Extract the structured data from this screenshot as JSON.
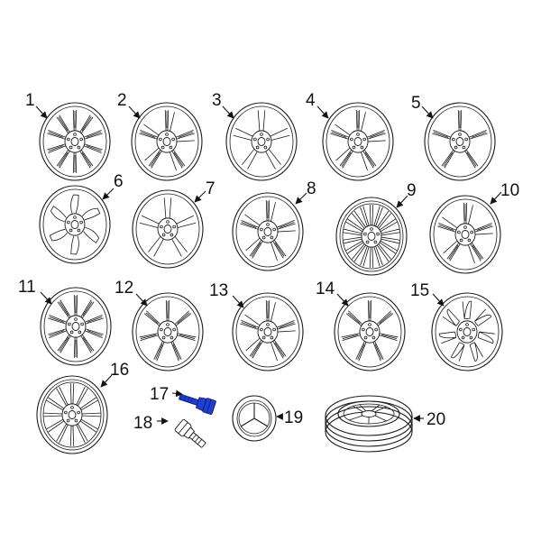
{
  "diagram": {
    "colors": {
      "line": "#1a1a1a",
      "highlight": "#1f3fd1",
      "background": "#ffffff"
    },
    "parts": [
      {
        "number": "1",
        "kind": "wheel",
        "spokes": 10,
        "style": "split"
      },
      {
        "number": "2",
        "kind": "wheel",
        "spokes": 5,
        "style": "double"
      },
      {
        "number": "3",
        "kind": "wheel",
        "spokes": 5,
        "style": "wide"
      },
      {
        "number": "4",
        "kind": "wheel",
        "spokes": 5,
        "style": "double"
      },
      {
        "number": "5",
        "kind": "wheel",
        "spokes": 5,
        "style": "split"
      },
      {
        "number": "6",
        "kind": "wheel",
        "spokes": 6,
        "style": "blade"
      },
      {
        "number": "7",
        "kind": "wheel",
        "spokes": 5,
        "style": "wide"
      },
      {
        "number": "8",
        "kind": "wheel",
        "spokes": 5,
        "style": "double"
      },
      {
        "number": "9",
        "kind": "wheel",
        "spokes": 18,
        "style": "multi"
      },
      {
        "number": "10",
        "kind": "wheel",
        "spokes": 5,
        "style": "double"
      },
      {
        "number": "11",
        "kind": "wheel",
        "spokes": 10,
        "style": "split"
      },
      {
        "number": "12",
        "kind": "wheel",
        "spokes": 7,
        "style": "split"
      },
      {
        "number": "13",
        "kind": "wheel",
        "spokes": 5,
        "style": "double"
      },
      {
        "number": "14",
        "kind": "wheel",
        "spokes": 7,
        "style": "split"
      },
      {
        "number": "15",
        "kind": "wheel",
        "spokes": 7,
        "style": "window"
      },
      {
        "number": "16",
        "kind": "wheel",
        "spokes": 12,
        "style": "multi"
      },
      {
        "number": "17",
        "kind": "wheel-bolt",
        "highlighted": true
      },
      {
        "number": "18",
        "kind": "wheel-bolt",
        "highlighted": false
      },
      {
        "number": "19",
        "kind": "center-cap"
      },
      {
        "number": "20",
        "kind": "tire-wheel-assembly"
      }
    ]
  }
}
